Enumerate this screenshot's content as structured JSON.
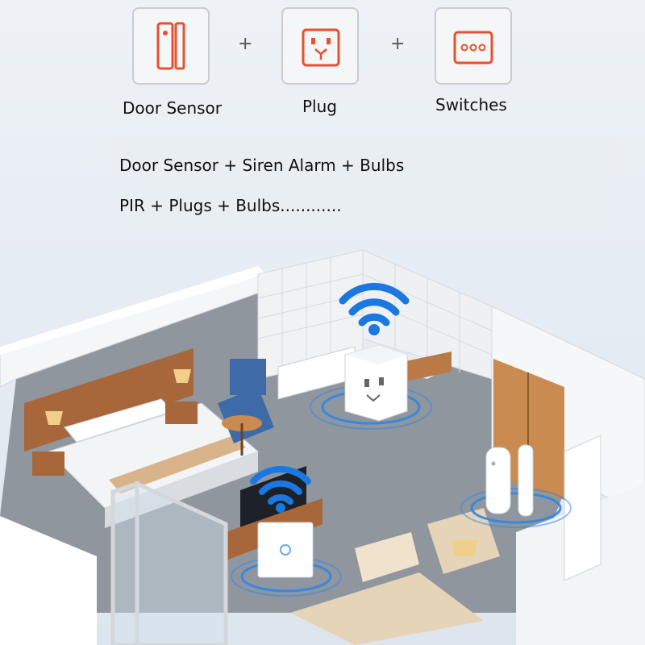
{
  "products": [
    {
      "label": "Door Sensor",
      "icon": "door-sensor-icon"
    },
    {
      "label": "Plug",
      "icon": "plug-icon"
    },
    {
      "label": "Switches",
      "icon": "switch-icon"
    }
  ],
  "plus_symbol": "+",
  "combos": [
    "Door Sensor + Siren Alarm + Bulbs",
    "PIR + Plugs + Bulbs............"
  ],
  "colors": {
    "accent_orange": "#e8502e",
    "wifi_blue": "#1a78e0",
    "wall_white": "#f7f8fa",
    "floor_gray": "#9aa0a6",
    "wood": "#a8673a"
  }
}
